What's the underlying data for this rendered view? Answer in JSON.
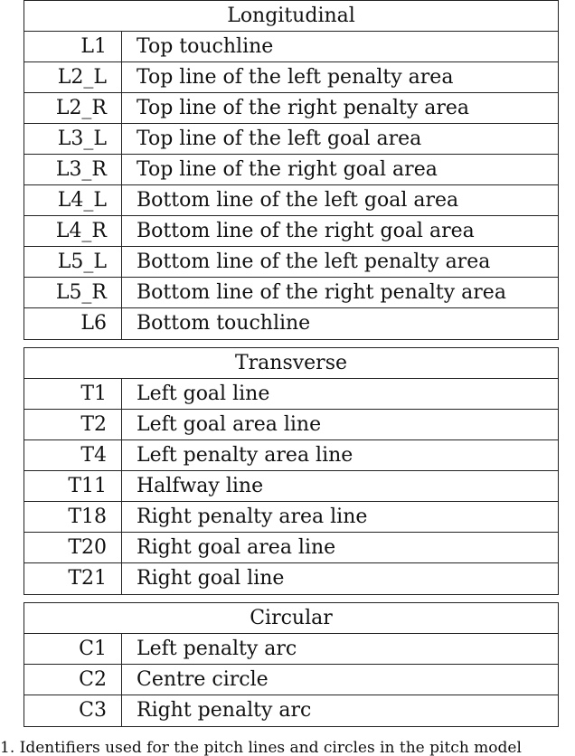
{
  "sections": [
    {
      "title": "Longitudinal",
      "rows": [
        {
          "code": "L1",
          "description": "Top touchline"
        },
        {
          "code": "L2_L",
          "description": "Top line of the left penalty area"
        },
        {
          "code": "L2_R",
          "description": "Top line of the right penalty area"
        },
        {
          "code": "L3_L",
          "description": "Top line of the left goal area"
        },
        {
          "code": "L3_R",
          "description": "Top line of the right goal area"
        },
        {
          "code": "L4_L",
          "description": "Bottom line of the left goal area"
        },
        {
          "code": "L4_R",
          "description": "Bottom line of the right goal area"
        },
        {
          "code": "L5_L",
          "description": "Bottom line of the left penalty area"
        },
        {
          "code": "L5_R",
          "description": "Bottom line of the right penalty area"
        },
        {
          "code": "L6",
          "description": "Bottom touchline"
        }
      ]
    },
    {
      "title": "Transverse",
      "rows": [
        {
          "code": "T1",
          "description": "Left goal line"
        },
        {
          "code": "T2",
          "description": "Left goal area line"
        },
        {
          "code": "T4",
          "description": "Left penalty area line"
        },
        {
          "code": "T11",
          "description": "Halfway line"
        },
        {
          "code": "T18",
          "description": "Right penalty area line"
        },
        {
          "code": "T20",
          "description": "Right goal area line"
        },
        {
          "code": "T21",
          "description": "Right goal line"
        }
      ]
    },
    {
      "title": "Circular",
      "rows": [
        {
          "code": "C1",
          "description": "Left penalty arc"
        },
        {
          "code": "C2",
          "description": "Centre circle"
        },
        {
          "code": "C3",
          "description": "Right penalty arc"
        }
      ]
    }
  ],
  "caption": "1. Identifiers used for the pitch lines and circles in the pitch model"
}
